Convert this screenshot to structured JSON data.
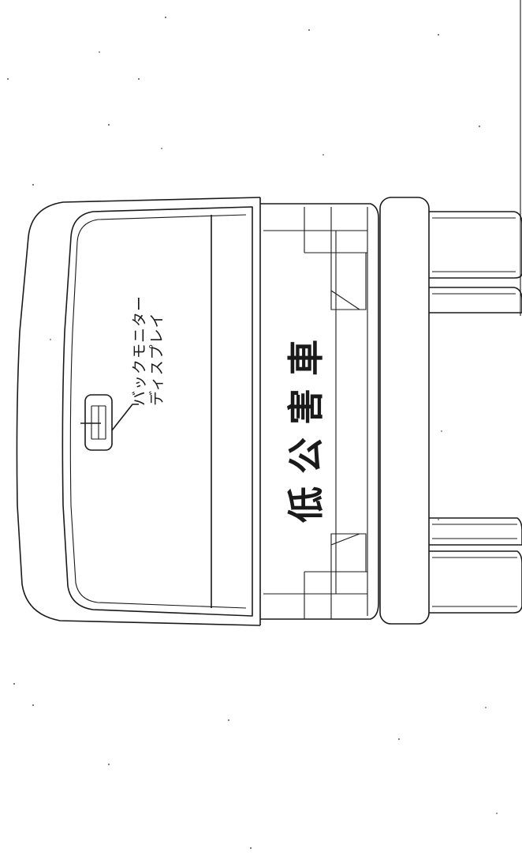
{
  "labels": {
    "callout_line1": "バックモニター",
    "callout_line2": "ディスプレイ",
    "plate_text": "低公害車"
  }
}
